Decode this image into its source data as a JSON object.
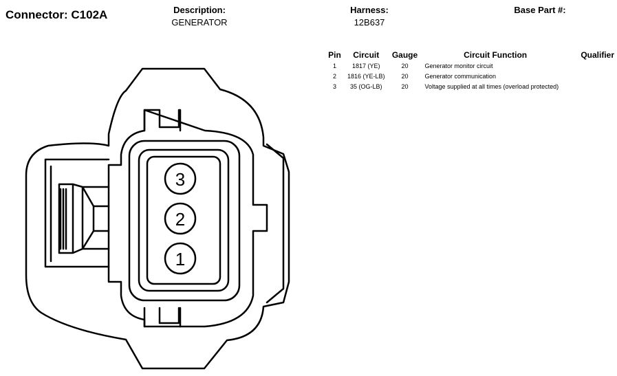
{
  "connector": {
    "title": "Connector: C102A"
  },
  "header": {
    "description_label": "Description:",
    "description_value": "GENERATOR",
    "harness_label": "Harness:",
    "harness_value": "12B637",
    "base_part_label": "Base Part #:"
  },
  "table": {
    "columns": [
      "Pin",
      "Circuit",
      "Gauge",
      "Circuit Function",
      "Qualifier"
    ],
    "rows": [
      {
        "pin": "1",
        "circuit": "1817 (YE)",
        "gauge": "20",
        "function": "Generator monitor circuit",
        "qualifier": ""
      },
      {
        "pin": "2",
        "circuit": "1816 (YE-LB)",
        "gauge": "20",
        "function": "Generator communication",
        "qualifier": ""
      },
      {
        "pin": "3",
        "circuit": "35 (OG-LB)",
        "gauge": "20",
        "function": "Voltage supplied at all times (overload protected)",
        "qualifier": ""
      }
    ]
  },
  "diagram": {
    "pin_labels": [
      "3",
      "2",
      "1"
    ]
  }
}
